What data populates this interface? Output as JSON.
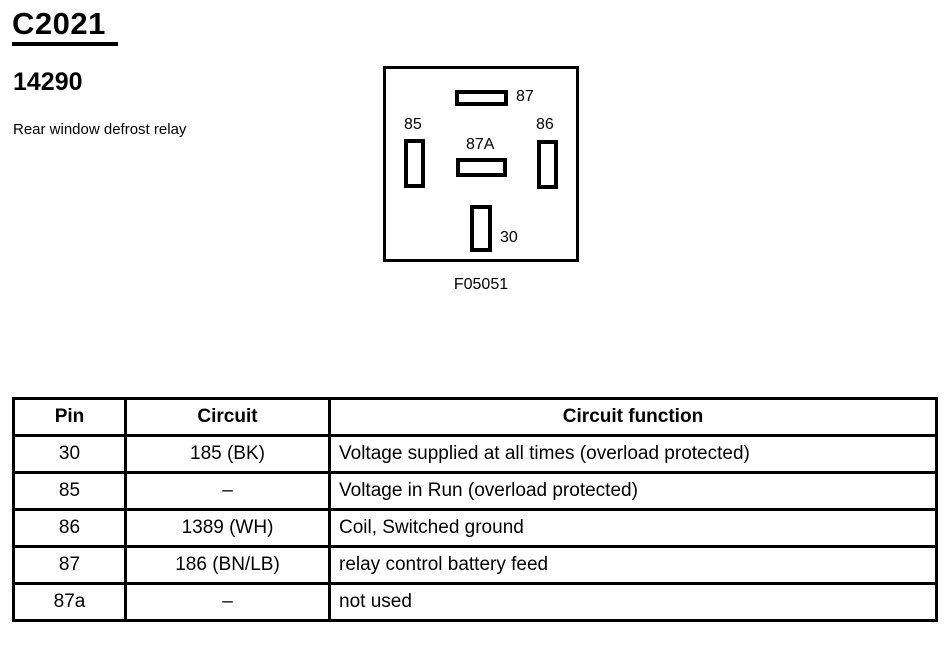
{
  "header": {
    "connector_id": "C2021",
    "part_number": "14290",
    "description": "Rear window defrost relay"
  },
  "diagram": {
    "figure_number": "F05051",
    "terminals": [
      {
        "label": "87",
        "orientation": "horizontal",
        "position": "top-center"
      },
      {
        "label": "85",
        "orientation": "vertical",
        "position": "left"
      },
      {
        "label": "86",
        "orientation": "vertical",
        "position": "right"
      },
      {
        "label": "87A",
        "orientation": "horizontal",
        "position": "center"
      },
      {
        "label": "30",
        "orientation": "vertical",
        "position": "bottom-center"
      }
    ]
  },
  "table": {
    "headers": {
      "pin": "Pin",
      "circuit": "Circuit",
      "function": "Circuit function"
    },
    "rows": [
      {
        "pin": "30",
        "circuit": "185 (BK)",
        "function": "Voltage supplied at all times (overload protected)"
      },
      {
        "pin": "85",
        "circuit": "–",
        "function": "Voltage in Run (overload protected)"
      },
      {
        "pin": "86",
        "circuit": "1389 (WH)",
        "function": "Coil, Switched ground"
      },
      {
        "pin": "87",
        "circuit": "186 (BN/LB)",
        "function": "relay control battery feed"
      },
      {
        "pin": "87a",
        "circuit": "–",
        "function": "not used"
      }
    ]
  }
}
